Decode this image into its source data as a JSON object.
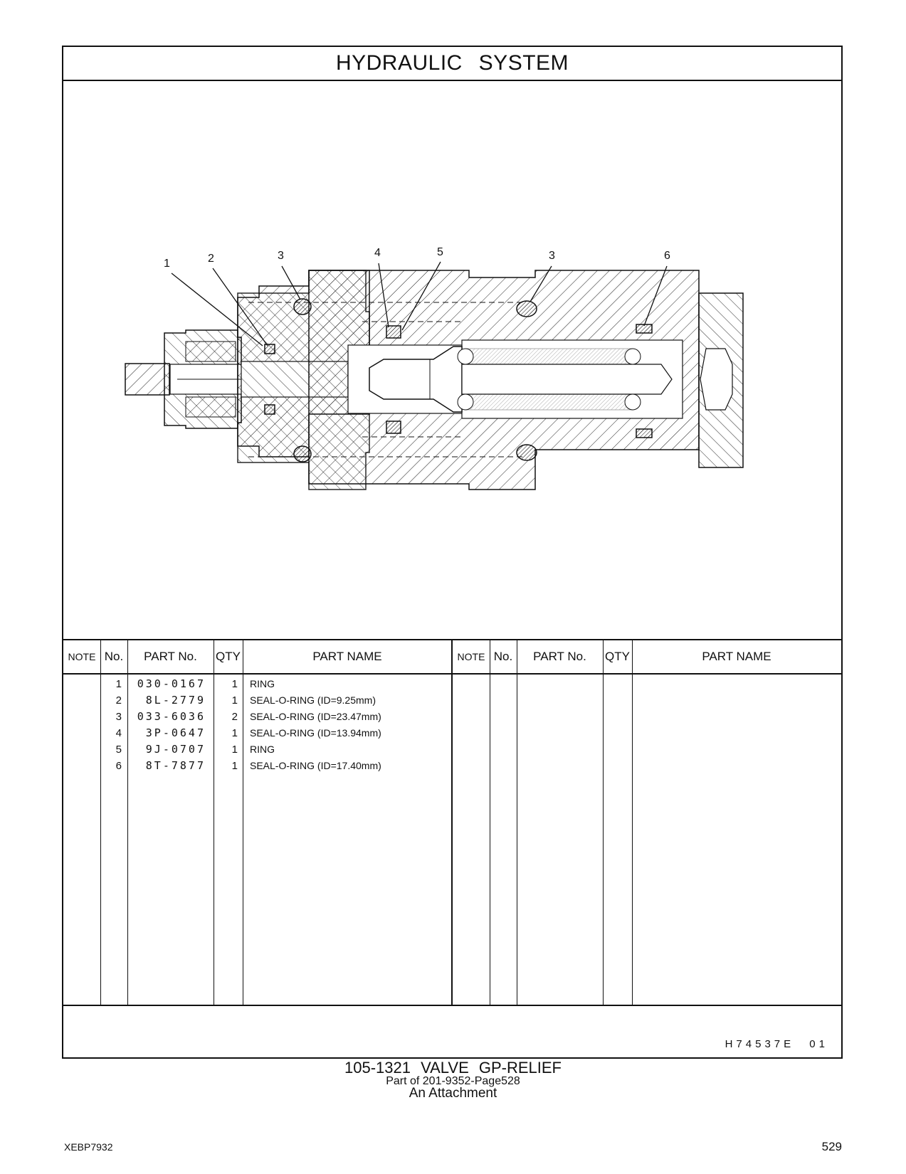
{
  "header": {
    "title": "HYDRAULIC   SYSTEM"
  },
  "diagram": {
    "callouts": [
      "1",
      "2",
      "3",
      "4",
      "5",
      "3",
      "6"
    ]
  },
  "table": {
    "headers": {
      "note": "NOTE",
      "no": "No.",
      "part_no": "PART No.",
      "qty": "QTY",
      "part_name": "PART NAME"
    },
    "rows": [
      {
        "no": "1",
        "part_no": "030-0167",
        "qty": "1",
        "part_name": "RING"
      },
      {
        "no": "2",
        "part_no": "8L-2779",
        "qty": "1",
        "part_name": "SEAL-O-RING (ID=9.25mm)"
      },
      {
        "no": "3",
        "part_no": "033-6036",
        "qty": "2",
        "part_name": "SEAL-O-RING (ID=23.47mm)"
      },
      {
        "no": "4",
        "part_no": "3P-0647",
        "qty": "1",
        "part_name": "SEAL-O-RING (ID=13.94mm)"
      },
      {
        "no": "5",
        "part_no": "9J-0707",
        "qty": "1",
        "part_name": "RING"
      },
      {
        "no": "6",
        "part_no": "8T-7877",
        "qty": "1",
        "part_name": "SEAL-O-RING (ID=17.40mm)"
      }
    ]
  },
  "footer": {
    "drawing_code": "H74537E 01",
    "caption_title": "105-1321  VALVE GP-RELIEF",
    "caption_sub": "Part of 201-9352-Page528",
    "caption_attachment": "An Attachment",
    "doc_id": "XEBP7932",
    "page_number": "529"
  }
}
